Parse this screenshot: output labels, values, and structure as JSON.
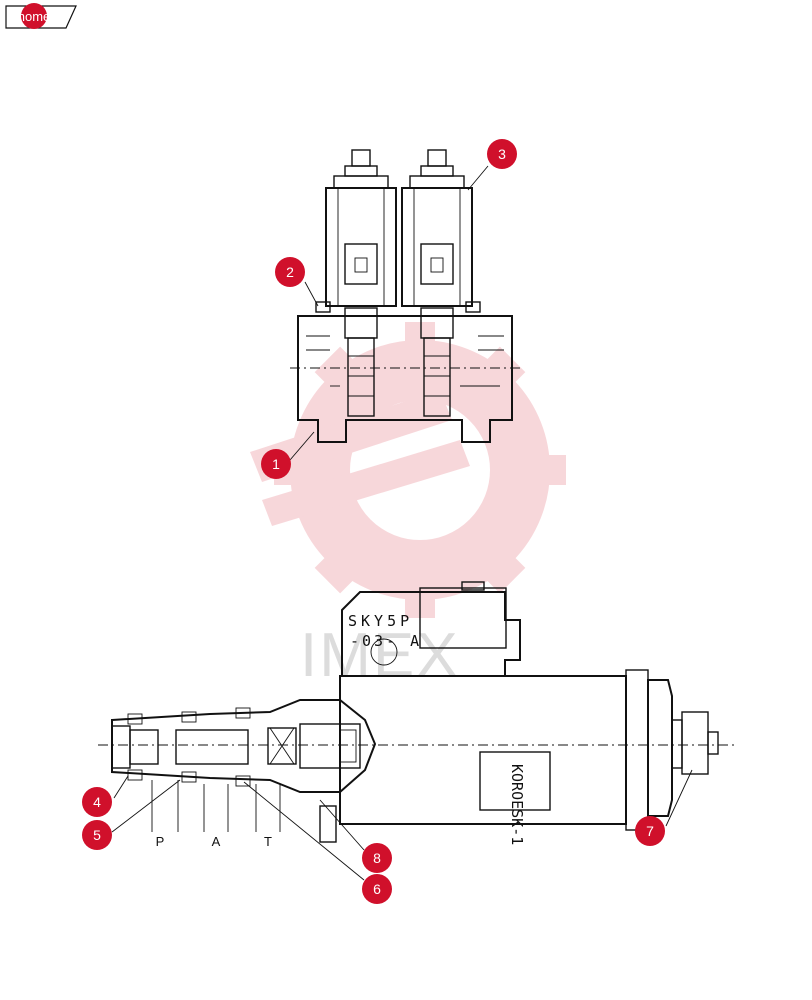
{
  "nav": {
    "home_label": "home"
  },
  "watermark": {
    "text": "IMEX"
  },
  "stamp": {
    "line1": "SKY5P",
    "line2": "-03- A",
    "side": "KOROESK-1"
  },
  "ports": [
    {
      "id": "port-p",
      "label": "P"
    },
    {
      "id": "port-a",
      "label": "A"
    },
    {
      "id": "port-t",
      "label": "T"
    }
  ],
  "callouts": [
    {
      "id": "1",
      "label": "1"
    },
    {
      "id": "2",
      "label": "2"
    },
    {
      "id": "3",
      "label": "3"
    },
    {
      "id": "4",
      "label": "4"
    },
    {
      "id": "5",
      "label": "5"
    },
    {
      "id": "6",
      "label": "6"
    },
    {
      "id": "7",
      "label": "7"
    },
    {
      "id": "8",
      "label": "8"
    }
  ],
  "colors": {
    "marker": "#d0102b",
    "watermark": "#f2b7bd",
    "line": "#111111"
  }
}
